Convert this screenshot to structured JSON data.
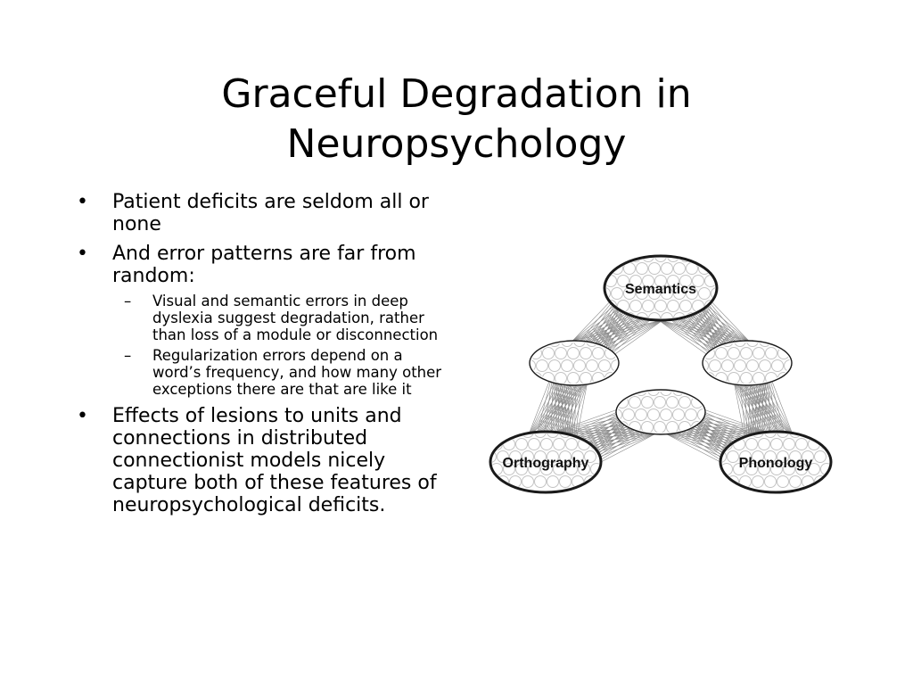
{
  "slide": {
    "title_line1": "Graceful Degradation in",
    "title_line2": "Neuropsychology",
    "bullets": [
      {
        "text": "Patient deficits are seldom all or none"
      },
      {
        "text": "And error patterns are far from random:",
        "subs": [
          {
            "text": "Visual and semantic errors in deep dyslexia suggest degradation, rather than loss of a module or disconnection"
          },
          {
            "text": "Regularization errors depend on a word’s frequency, and how many other exceptions there are that are like it"
          }
        ]
      },
      {
        "text": "Effects of lesions to units and connections in distributed connectionist models nicely capture both of these features of neuropsychological deficits."
      }
    ],
    "bullet_glyph": "•",
    "sub_glyph": "–"
  },
  "diagram": {
    "nodes": [
      {
        "id": "semantics",
        "label": "Semantics"
      },
      {
        "id": "hidden-left",
        "label": ""
      },
      {
        "id": "hidden-right",
        "label": ""
      },
      {
        "id": "hidden-bottom",
        "label": ""
      },
      {
        "id": "orthography",
        "label": "Orthography"
      },
      {
        "id": "phonology",
        "label": "Phonology"
      }
    ],
    "connections": [
      [
        "semantics",
        "hidden-left"
      ],
      [
        "semantics",
        "hidden-right"
      ],
      [
        "hidden-left",
        "orthography"
      ],
      [
        "hidden-right",
        "phonology"
      ],
      [
        "orthography",
        "hidden-bottom"
      ],
      [
        "hidden-bottom",
        "phonology"
      ]
    ]
  }
}
